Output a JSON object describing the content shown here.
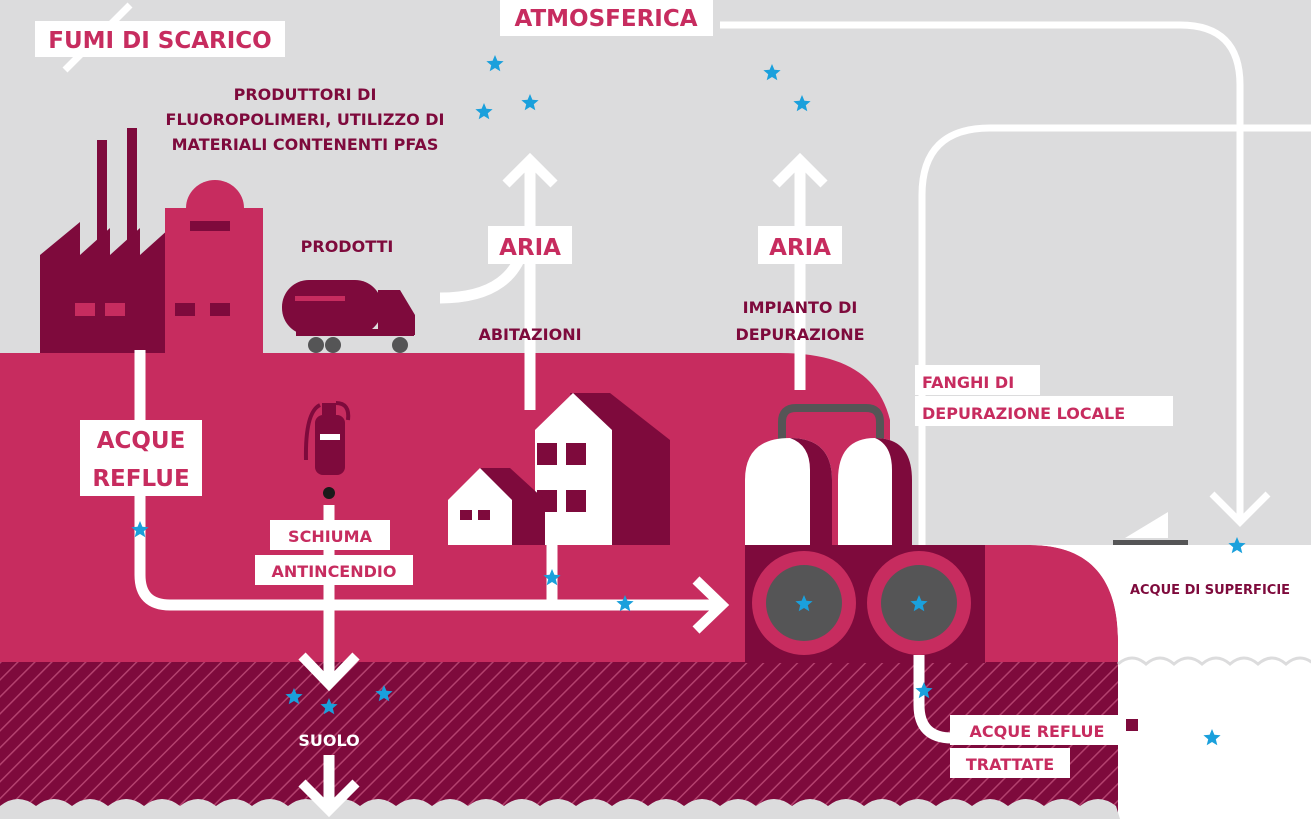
{
  "labels": {
    "atmosferica": "ATMOSFERICA",
    "fumi": "FUMI DI SCARICO",
    "produttori": [
      "PRODUTTORI DI",
      "FLUOROPOLIMERI, UTILIZZO DI",
      "MATERIALI CONTENENTI PFAS"
    ],
    "prodotti": "PRODOTTI",
    "aria_left": "ARIA",
    "aria_right": "ARIA",
    "abitazioni": "ABITAZIONI",
    "impianto": [
      "IMPIANTO DI",
      "DEPURAZIONE"
    ],
    "fanghi": [
      "FANGHI DI",
      "DEPURAZIONE LOCALE"
    ],
    "acque_reflue": [
      "ACQUE",
      "REFLUE"
    ],
    "schiuma": [
      "SCHIUMA",
      "ANTINCENDIO"
    ],
    "acque_superficie": "ACQUE DI SUPERFICIE",
    "suolo": "SUOLO",
    "acque_trattate": [
      "ACQUE REFLUE",
      "TRATTATE"
    ]
  },
  "colors": {
    "sky": "#dcdcdd",
    "land": "#c72c5f",
    "dark": "#7e0a3c",
    "white": "#ffffff",
    "star": "#1aa0dc",
    "grey": "#555556"
  }
}
